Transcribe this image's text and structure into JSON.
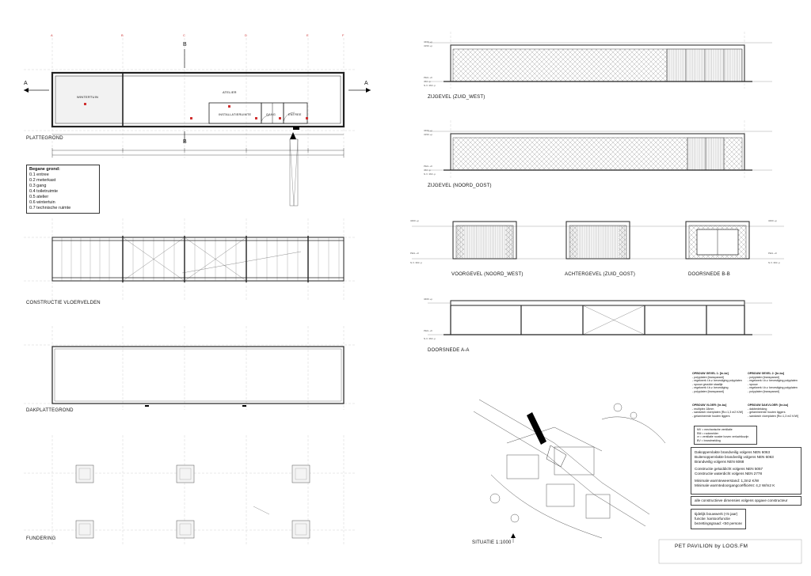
{
  "drawings": {
    "floor_plan": "PLATTEGROND",
    "construction_floor": "CONSTRUCTIE VLOERVELDEN",
    "roof_plan": "DAKPLATTEGROND",
    "foundation": "FUNDERING",
    "elevation_sw": "ZIJGEVEL (ZUID_WEST)",
    "elevation_ne": "ZIJGEVEL (NOORD_OOST)",
    "front": "VOORGEVEL (NOORD_WEST)",
    "rear": "ACHTERGEVEL (ZUID_OOST)",
    "section_bb": "DOORSNEDE B-B",
    "section_aa": "DOORSNEDE A-A",
    "situation": "SITUATIE 1:1000"
  },
  "section_marks": {
    "a": "A",
    "b": "B"
  },
  "grid_labels": [
    "A",
    "B",
    "C",
    "D",
    "E",
    "F"
  ],
  "room_labels": {
    "winter_garden": "WINTERTUIN",
    "studio": "ATELIER",
    "installations": "INSTALLATIERUIMTE",
    "hallway": "GANG",
    "entrance": "ENTREE"
  },
  "legend": {
    "title": "Begane grond:",
    "items": [
      "0.1 entree",
      "0.2 meterkast",
      "0.3 gang",
      "0.4 toiletruimte",
      "0.5 atelier",
      "0.6 wintertuin",
      "0.7 technische ruimte"
    ]
  },
  "notes": {
    "regulations": [
      "Dakoppervlakte brandveilig volgens NEN 6063",
      "Buitenoppervlakte brandveilig volgens NEN 6063",
      "Brandveilig volgens NEN 6068",
      "",
      "Constructie geluiddicht volgens NEN 5057",
      "Constructie waterdicht volgens NEN 2778",
      "",
      "Minimale warmteweerstand: 1,3m2 K/W",
      "Minimale warmtedoorgangcoëfficiënt: 4,2 W/m2 K"
    ],
    "structural": "alle constructieve dimensies volgens opgave constructeur",
    "usage": [
      "tijdelijk bouwwerk (<5 jaar)",
      "functie: kantoorfunctie",
      "bezettingsgraad: <50 personen"
    ]
  },
  "specs": [
    {
      "title": "OPBOUW GEVEL 1: [te-be]",
      "lines": [
        "- polyplaten [transparant]",
        "- regelwerk t.b.v. bevestiging polyplaten",
        "- spouw gevulde staaltje",
        "- regelwerk t.b.v. bevestiging",
        "- polyplaten [transparant]"
      ]
    },
    {
      "title": "OPBOUW GEVEL 2: [te-bu]",
      "lines": [
        "- polyplaten [transparant]",
        "- regelwerk t.b.v. bevestiging polyplaten",
        "- spouw",
        "- regelwerk t.b.v. bevestiging polyplaten",
        "- polyplaten [transparant]"
      ]
    },
    {
      "title": "OPBOUW VLOER: [te-bu]",
      "lines": [
        "- multiplex 18mm",
        "- sandwich vloerplaten [Rc=1,3 m2 K/W]",
        "- gelamineerde houten liggers"
      ]
    },
    {
      "title": "OPBOUW DAKVLOER: [te-bu]",
      "lines": [
        "- dakbedekking",
        "- gelamineerde houten liggers",
        "- sandwich vloerplaten [Rc=1,3 m2 K/W]"
      ]
    }
  ],
  "abbrev": [
    "MV = mechanische ventilatie",
    "RM = rookmelder",
    "vr = ventilatie rooster boven verluchtkozijn",
    "BV = brandmelding"
  ],
  "project_title": "PET PAVILION by LOOS.FM",
  "level_labels": [
    "3460 +p",
    "3150 +p",
    "PEIL +0",
    "360 -p",
    "N.V. 360 -p"
  ],
  "colors": {
    "line": "#222222",
    "hatch": "#666666",
    "accent": "#d03030",
    "black": "#000000"
  }
}
